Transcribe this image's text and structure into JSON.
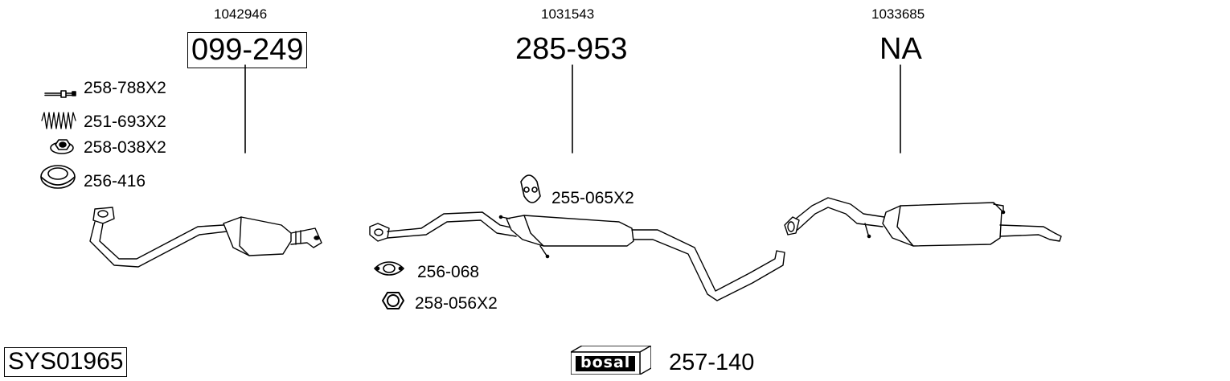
{
  "groups": [
    {
      "ref": "1042946",
      "part": "099-249"
    },
    {
      "ref": "1031543",
      "part": "285-953"
    },
    {
      "ref": "1033685",
      "part": "NA"
    }
  ],
  "accessories": {
    "bolt": "258-788X2",
    "spring": "251-693X2",
    "nut_flange": "258-038X2",
    "ring": "256-416",
    "hanger": "255-065X2",
    "gasket": "256-068",
    "nut_hex": "258-056X2"
  },
  "system_id": "SYS01965",
  "brand": {
    "logo_text": "bosal",
    "code": "257-140"
  }
}
